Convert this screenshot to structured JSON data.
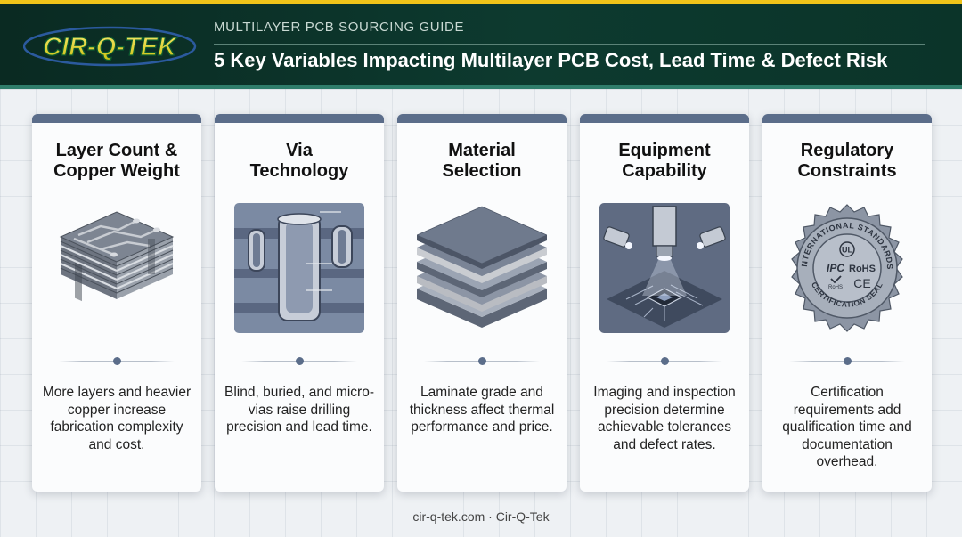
{
  "brand": {
    "logo_text": "CIR-Q-TEK",
    "accent": "#f0c419",
    "header_bg": "#0d3a2f",
    "header_rule": "#2f7d6b"
  },
  "header": {
    "subtitle": "MULTILAYER PCB SOURCING GUIDE",
    "title": "5 Key Variables Impacting Multilayer PCB Cost, Lead Time & Defect Risk"
  },
  "cards": [
    {
      "title_line1": "Layer Count &",
      "title_line2": "Copper Weight",
      "icon": "layered-copper-block-icon",
      "desc": "More layers and heavier copper increase fabrication complexity and cost."
    },
    {
      "title_line1": "Via",
      "title_line2": "Technology",
      "icon": "via-cross-section-icon",
      "desc": "Blind, buried, and micro-vias raise drilling precision and lead time."
    },
    {
      "title_line1": "Material",
      "title_line2": "Selection",
      "icon": "laminate-stack-icon",
      "desc": "Laminate grade and thickness affect thermal performance and price."
    },
    {
      "title_line1": "Equipment",
      "title_line2": "Capability",
      "icon": "inspection-camera-icon",
      "desc": "Imaging and inspection precision determine achievable tolerances and defect rates."
    },
    {
      "title_line1": "Regulatory",
      "title_line2": "Constraints",
      "icon": "certification-seal-icon",
      "desc": "Certification requirements add qualification time and documentation overhead."
    }
  ],
  "seal": {
    "ring_top": "INTERNATIONAL STANDARDS",
    "ring_bottom": "CERTIFICATION SEAL",
    "ul": "UL",
    "ipc": "IPC",
    "rohs": "RoHS",
    "ce": "CE",
    "rohs_small": "RoHS"
  },
  "footer": {
    "text": "cir-q-tek.com · Cir-Q-Tek"
  }
}
